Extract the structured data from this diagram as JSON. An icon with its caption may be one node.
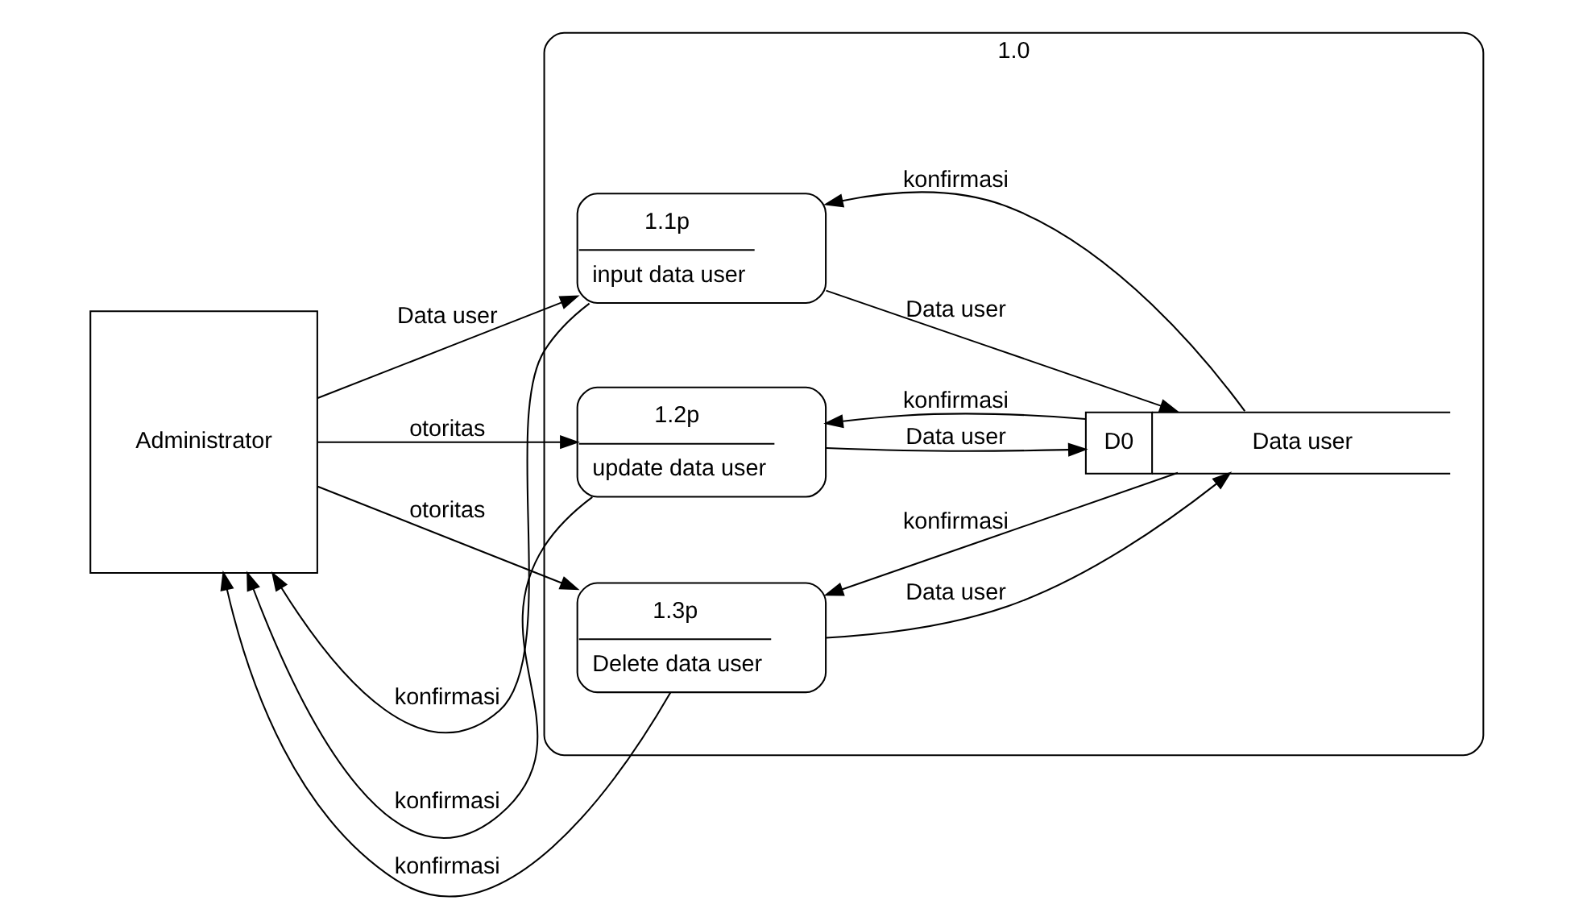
{
  "diagram": {
    "nodes": [
      {
        "text": [
          "Administrator"
        ]
      },
      {
        "text": [
          "1.0"
        ]
      },
      {
        "text": [
          "1.1p",
          "input data user"
        ],
        "in": 1
      },
      {
        "text": [
          "1.2p",
          "update data user"
        ],
        "in": 1
      },
      {
        "text": [
          "1.3p",
          "Delete data user"
        ],
        "in": 1
      },
      {
        "text": [
          "D0",
          "Data user"
        ],
        "in": 1
      }
    ],
    "edges": [
      {
        "from": 2,
        "to": 0,
        "arrow": "to",
        "label": "konfirmasi"
      },
      {
        "from": 0,
        "to": 2,
        "arrow": "to",
        "label": "Data user"
      },
      {
        "from": 5,
        "to": 2,
        "arrow": "to",
        "label": "konfirmasi"
      },
      {
        "from": 2,
        "to": 5,
        "arrow": "to",
        "label": "Data user"
      },
      {
        "from": 0,
        "to": 3,
        "arrow": "to",
        "label": "otoritas"
      },
      {
        "from": 3,
        "to": 5,
        "arrow": "to",
        "label": "Data user"
      },
      {
        "from": 5,
        "to": 3,
        "arrow": "to",
        "label": "konfirmasi"
      },
      {
        "from": 3,
        "to": 0,
        "arrow": "to",
        "label": "konfirmasi"
      },
      {
        "from": 4,
        "to": 0,
        "arrow": "to",
        "label": "konfirmasi"
      },
      {
        "from": 5,
        "to": 4,
        "arrow": "to",
        "label": "konfirmasi"
      },
      {
        "from": 0,
        "to": 4,
        "arrow": "to",
        "label": "otoritas"
      },
      {
        "from": 4,
        "to": 5,
        "arrow": "to",
        "label": "Data user"
      }
    ]
  }
}
